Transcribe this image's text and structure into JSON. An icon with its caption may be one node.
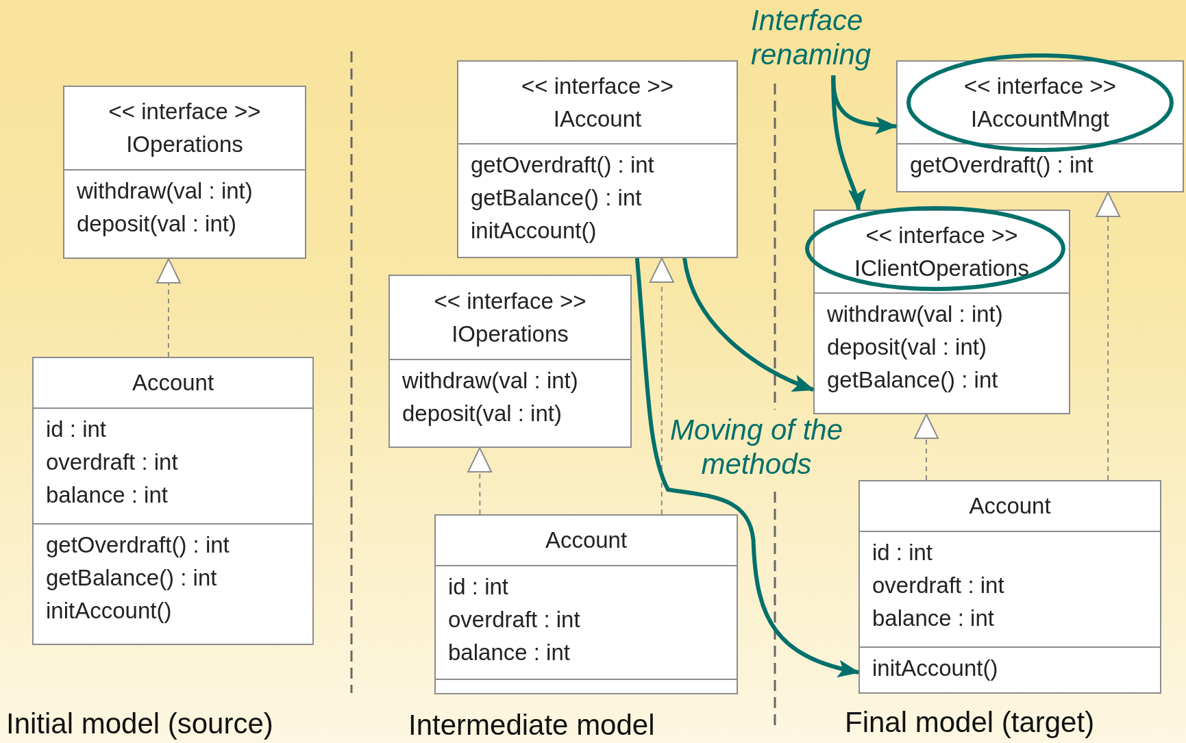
{
  "diagram": {
    "nodes": [
      {
        "text": [
          "<< interface >>",
          "IOperations",
          "withdraw(val : int)",
          "deposit(val : int)"
        ]
      },
      {
        "text": [
          "Account",
          "id : int",
          "overdraft : int",
          "balance : int",
          "getOverdraft() : int",
          "getBalance() : int",
          "initAccount()"
        ]
      },
      {
        "text": [
          "<< interface >>",
          "IAccount",
          "getOverdraft() : int",
          "getBalance() : int",
          "initAccount()"
        ]
      },
      {
        "text": [
          "<< interface >>",
          "IOperations",
          "withdraw(val : int)",
          "deposit(val : int)"
        ]
      },
      {
        "text": [
          "Account",
          "id : int",
          "overdraft : int",
          "balance : int"
        ]
      },
      {
        "text": [
          "Interface renaming"
        ]
      },
      {
        "text": [
          "<< interface >>",
          "IAccountMngt",
          "getOverdraft() : int"
        ]
      },
      {
        "text": [
          "<< interface >>",
          "IClientOperations",
          "withdraw(val : int)",
          "deposit(val : int)",
          "getBalance() : int"
        ]
      },
      {
        "text": [
          "Account",
          "id : int",
          "overdraft : int",
          "balance : int",
          "initAccount()"
        ]
      }
    ],
    "edges": [
      {
        "from": 1,
        "to": 0,
        "arrow": "to",
        "style": "dashed"
      },
      {
        "from": 4,
        "to": 3,
        "arrow": "to",
        "style": "dashed"
      },
      {
        "from": 4,
        "to": 2,
        "arrow": "to",
        "style": "dashed"
      },
      {
        "from": 8,
        "to": 7,
        "arrow": "to",
        "style": "dashed"
      },
      {
        "from": 8,
        "to": 6,
        "arrow": "to",
        "style": "dashed"
      },
      {
        "from": 5,
        "to": 6,
        "arrow": "to",
        "style": "thick",
        "color": "#00706b"
      },
      {
        "from": 5,
        "to": 7,
        "arrow": "to",
        "style": "thick",
        "color": "#00706b"
      },
      {
        "from": 2,
        "to": 7,
        "arrow": "to",
        "style": "thick",
        "color": "#00706b"
      },
      {
        "from": 2,
        "to": 8,
        "arrow": "to",
        "style": "thick",
        "color": "#00706b"
      }
    ],
    "labels": [
      "Moving of the methods",
      "Initial model (source)",
      "Intermediate model",
      "Final model (target)"
    ]
  }
}
